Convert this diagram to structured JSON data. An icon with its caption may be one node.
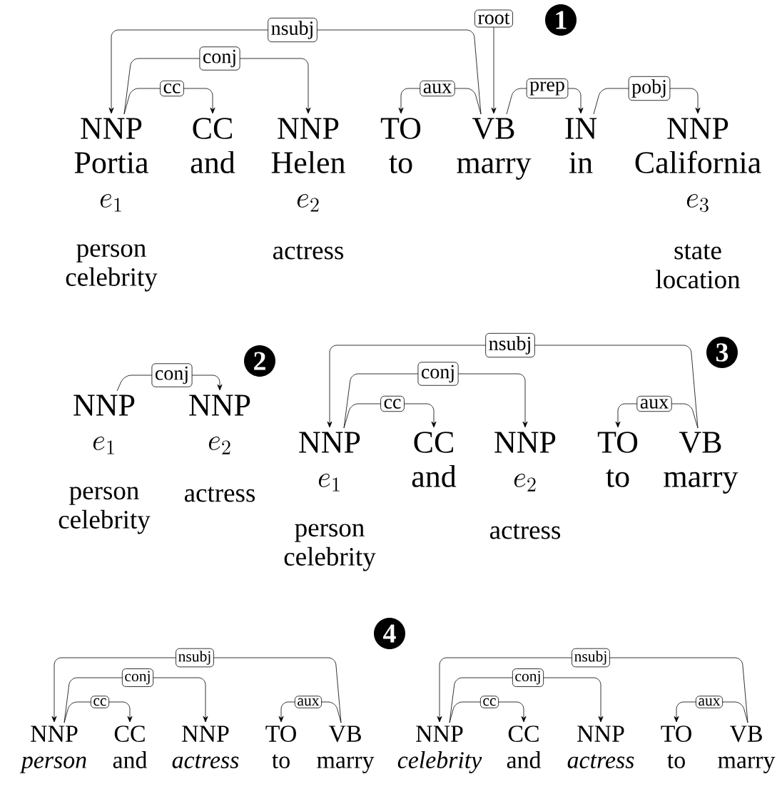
{
  "diagram": {
    "nodes": [
      {
        "text": [
          "NNP",
          "Portia",
          "e_1",
          "person celebrity"
        ]
      },
      {
        "text": [
          "CC",
          "and"
        ]
      },
      {
        "text": [
          "NNP",
          "Helen",
          "e_2",
          "actress"
        ]
      },
      {
        "text": [
          "TO",
          "to"
        ]
      },
      {
        "text": [
          "VB",
          "marry"
        ]
      },
      {
        "text": [
          "IN",
          "in"
        ]
      },
      {
        "text": [
          "NNP",
          "California",
          "e_3",
          "state location"
        ]
      },
      {
        "text": [
          "NNP",
          "e_1",
          "person celebrity"
        ]
      },
      {
        "text": [
          "NNP",
          "e_2",
          "actress"
        ]
      },
      {
        "text": [
          "NNP",
          "e_1",
          "person celebrity"
        ]
      },
      {
        "text": [
          "CC",
          "and"
        ]
      },
      {
        "text": [
          "NNP",
          "e_2",
          "actress"
        ]
      },
      {
        "text": [
          "TO",
          "to"
        ]
      },
      {
        "text": [
          "VB",
          "marry"
        ]
      },
      {
        "text": [
          "NNP",
          "person"
        ]
      },
      {
        "text": [
          "CC",
          "and"
        ]
      },
      {
        "text": [
          "NNP",
          "actress"
        ]
      },
      {
        "text": [
          "TO",
          "to"
        ]
      },
      {
        "text": [
          "VB",
          "marry"
        ]
      },
      {
        "text": [
          "NNP",
          "celebrity"
        ]
      },
      {
        "text": [
          "CC",
          "and"
        ]
      },
      {
        "text": [
          "NNP",
          "actress"
        ]
      },
      {
        "text": [
          "TO",
          "to"
        ]
      },
      {
        "text": [
          "VB",
          "marry"
        ]
      }
    ],
    "edges": [
      {
        "from": 4,
        "to": 0,
        "arrow": "to",
        "label": "nsubj"
      },
      {
        "from": 0,
        "to": 2,
        "arrow": "to",
        "label": "conj"
      },
      {
        "from": 0,
        "to": 1,
        "arrow": "to",
        "label": "cc"
      },
      {
        "from": null,
        "to": 4,
        "arrow": "to",
        "label": "root"
      },
      {
        "from": 4,
        "to": 3,
        "arrow": "to",
        "label": "aux"
      },
      {
        "from": 4,
        "to": 5,
        "arrow": "to",
        "label": "prep"
      },
      {
        "from": 5,
        "to": 6,
        "arrow": "to",
        "label": "pobj"
      },
      {
        "from": 7,
        "to": 8,
        "arrow": "to",
        "label": "conj"
      },
      {
        "from": 13,
        "to": 9,
        "arrow": "to",
        "label": "nsubj"
      },
      {
        "from": 9,
        "to": 11,
        "arrow": "to",
        "label": "conj"
      },
      {
        "from": 9,
        "to": 10,
        "arrow": "to",
        "label": "cc"
      },
      {
        "from": 13,
        "to": 12,
        "arrow": "to",
        "label": "aux"
      },
      {
        "from": 18,
        "to": 14,
        "arrow": "to",
        "label": "nsubj"
      },
      {
        "from": 14,
        "to": 16,
        "arrow": "to",
        "label": "conj"
      },
      {
        "from": 14,
        "to": 15,
        "arrow": "to",
        "label": "cc"
      },
      {
        "from": 18,
        "to": 17,
        "arrow": "to",
        "label": "aux"
      },
      {
        "from": 23,
        "to": 19,
        "arrow": "to",
        "label": "nsubj"
      },
      {
        "from": 19,
        "to": 21,
        "arrow": "to",
        "label": "conj"
      },
      {
        "from": 19,
        "to": 20,
        "arrow": "to",
        "label": "cc"
      },
      {
        "from": 23,
        "to": 22,
        "arrow": "to",
        "label": "aux"
      }
    ],
    "labels": [
      "1",
      "2",
      "3",
      "4"
    ]
  }
}
